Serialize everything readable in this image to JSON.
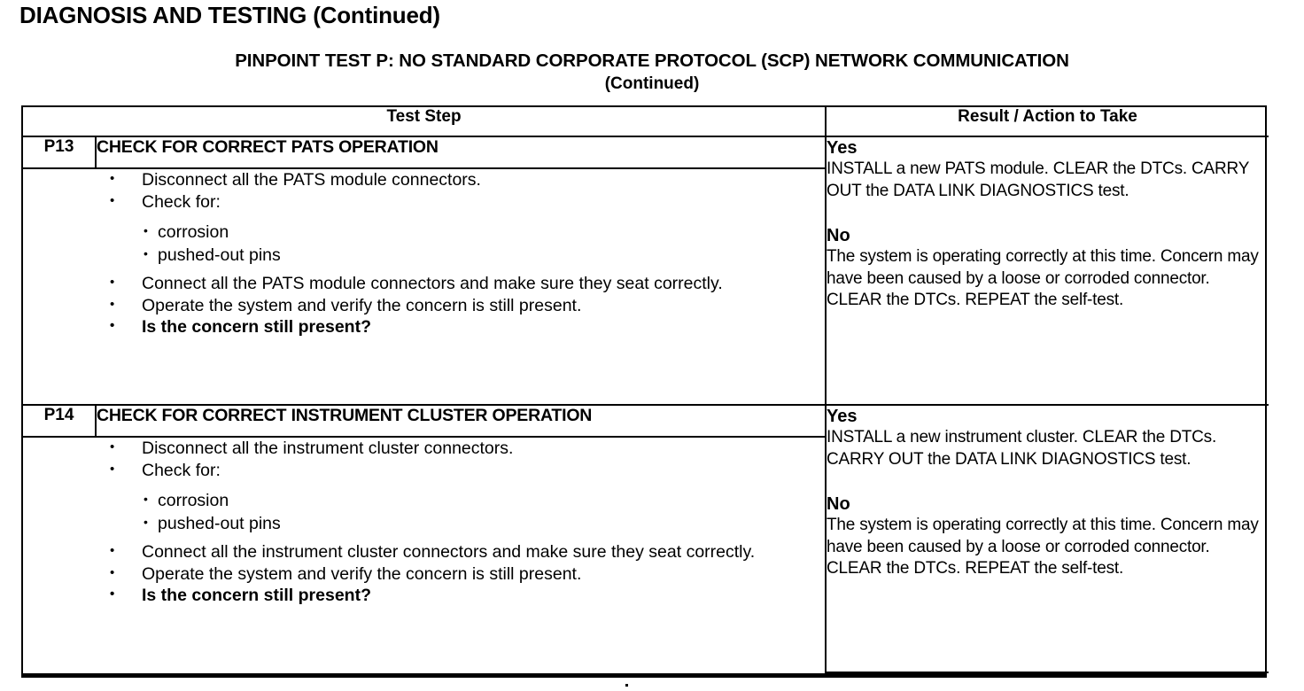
{
  "page": {
    "title": "DIAGNOSIS AND TESTING (Continued)",
    "pinpoint_title": "PINPOINT TEST P: NO STANDARD CORPORATE PROTOCOL (SCP) NETWORK COMMUNICATION",
    "pinpoint_continued": "(Continued)"
  },
  "table": {
    "headers": {
      "test_step": "Test Step",
      "result_action": "Result / Action to Take"
    },
    "rows": [
      {
        "id": "P13",
        "title": "CHECK FOR CORRECT PATS OPERATION",
        "steps": [
          "Disconnect all the PATS module connectors.",
          "Check for:"
        ],
        "substeps": [
          "corrosion",
          "pushed-out pins"
        ],
        "steps_after": [
          "Connect all the PATS module connectors and make sure they seat correctly.",
          "Operate the system and verify the concern is still present."
        ],
        "question": "Is the concern still present?",
        "result": {
          "yes_label": "Yes",
          "yes_text": "INSTALL a new PATS module. CLEAR the DTCs. CARRY OUT the DATA LINK DIAGNOSTICS test.",
          "no_label": "No",
          "no_text": "The system is operating correctly at this time. Concern may have been caused by a loose or corroded connector. CLEAR the DTCs. REPEAT the self-test."
        }
      },
      {
        "id": "P14",
        "title": "CHECK FOR CORRECT INSTRUMENT CLUSTER OPERATION",
        "steps": [
          "Disconnect all the instrument cluster connectors.",
          "Check for:"
        ],
        "substeps": [
          "corrosion",
          "pushed-out pins"
        ],
        "steps_after": [
          "Connect all the instrument cluster connectors and make sure they seat correctly.",
          "Operate the system and verify the concern is still present."
        ],
        "question": "Is the concern still present?",
        "result": {
          "yes_label": "Yes",
          "yes_text": "INSTALL a new instrument cluster. CLEAR the DTCs. CARRY OUT the DATA LINK DIAGNOSTICS test.",
          "no_label": "No",
          "no_text": "The system is operating correctly at this time. Concern may have been caused by a loose or corroded connector. CLEAR the DTCs. REPEAT the self-test."
        }
      }
    ]
  },
  "colors": {
    "ink": "#000000",
    "paper": "#ffffff"
  }
}
